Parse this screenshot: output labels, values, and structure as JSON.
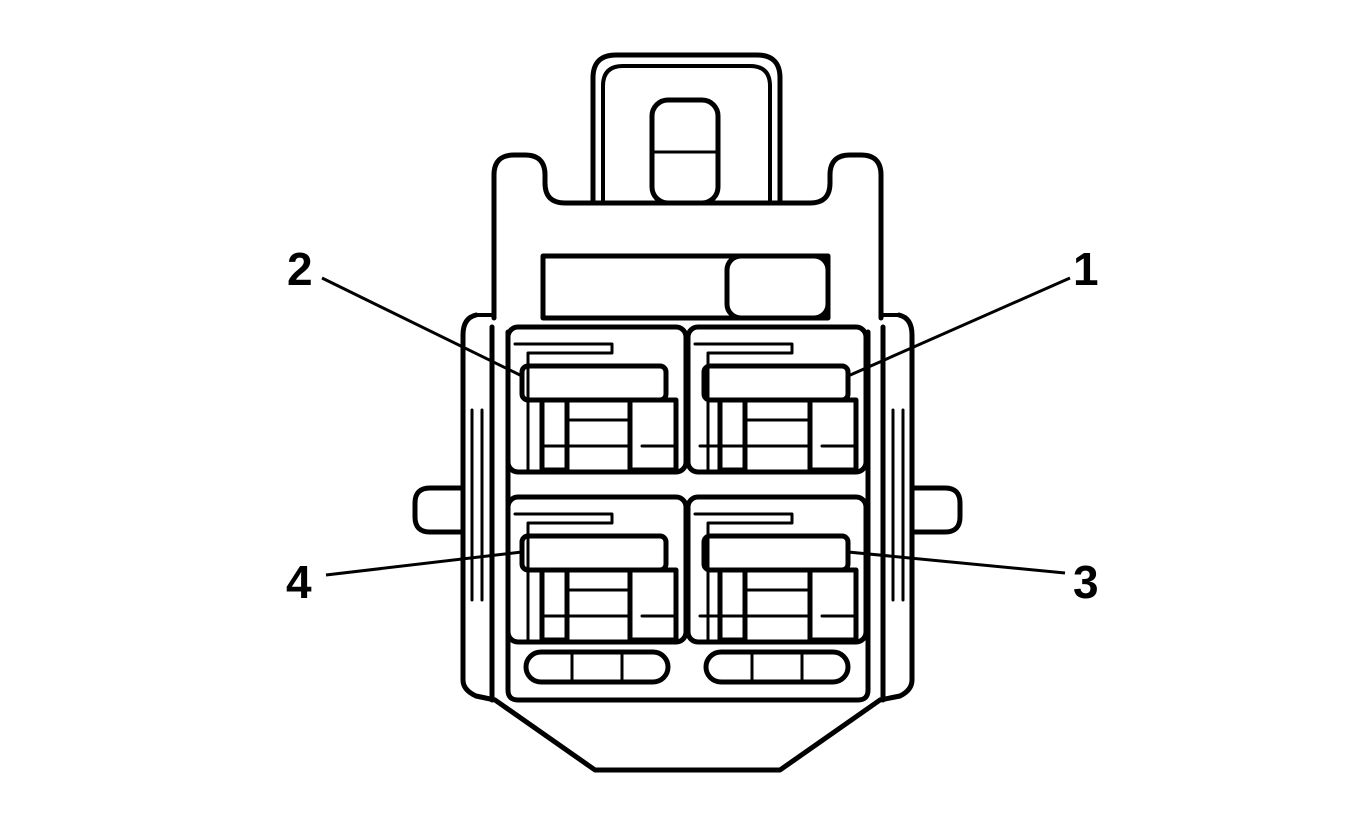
{
  "connector": {
    "pins": [
      {
        "number": "1",
        "position": "upper-right"
      },
      {
        "number": "2",
        "position": "upper-left"
      },
      {
        "number": "3",
        "position": "lower-right"
      },
      {
        "number": "4",
        "position": "lower-left"
      }
    ]
  }
}
